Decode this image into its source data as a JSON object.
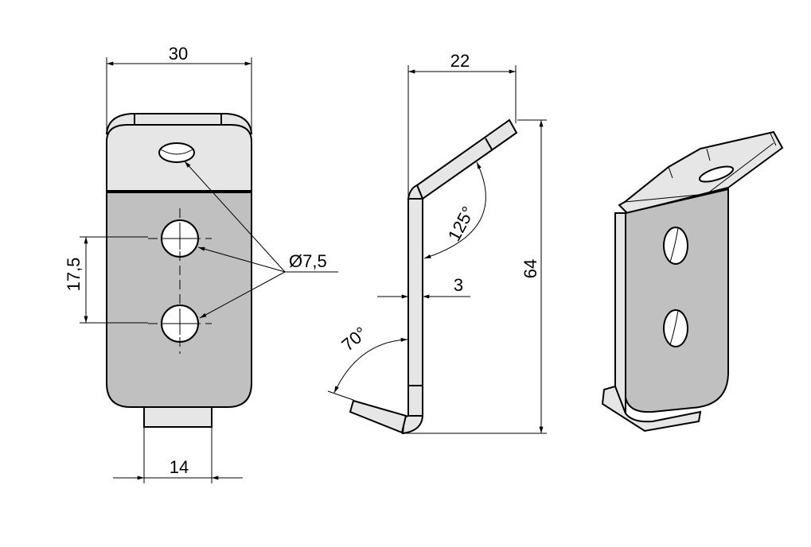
{
  "front_view": {
    "dim_width": "30",
    "dim_tab_width": "14",
    "dim_hole_spacing": "17,5",
    "dim_hole_diameter": "Ø7,5"
  },
  "side_view": {
    "dim_depth": "22",
    "dim_height": "64",
    "dim_thickness": "3",
    "angle_top": "125°",
    "angle_bottom": "70°"
  },
  "colors": {
    "light_face": "#e6e6e6",
    "shaded_face": "#c0c0c0"
  }
}
